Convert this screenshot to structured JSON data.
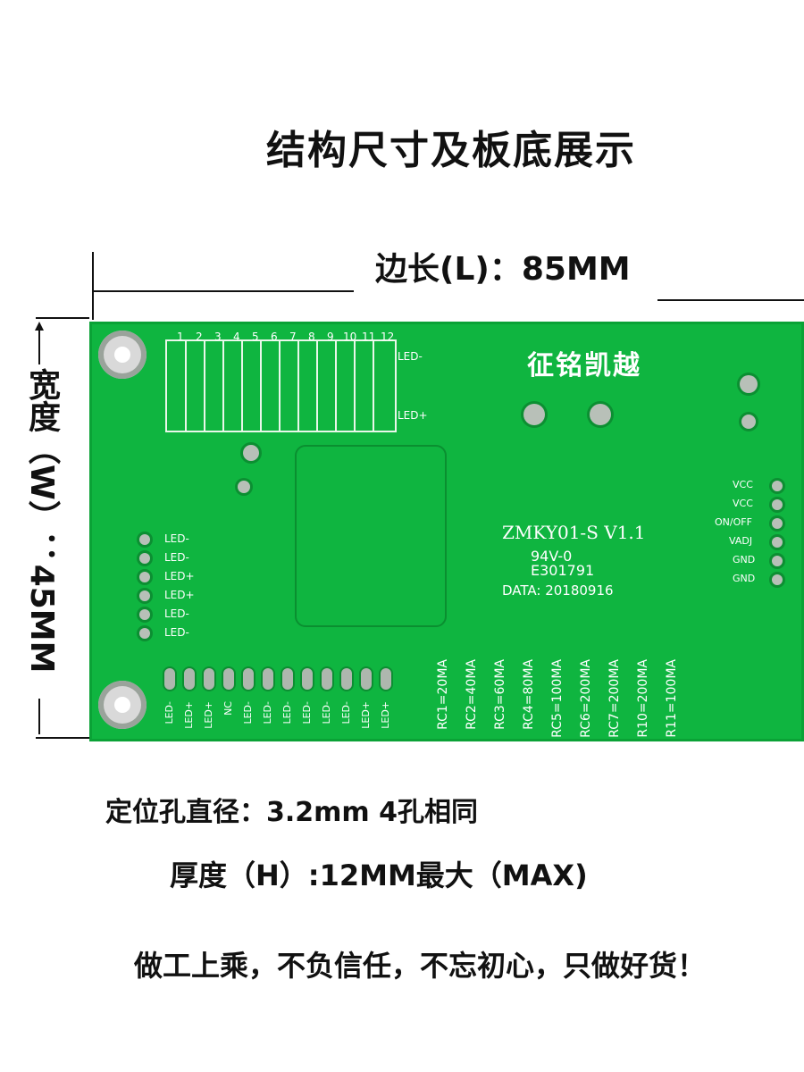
{
  "title": "结构尺寸及板底展示",
  "dimensions": {
    "length": "边长(L)：85MM",
    "width": "宽度（W）：45MM"
  },
  "notes": {
    "holes": "定位孔直径：3.2mm 4孔相同",
    "thickness": "厚度（H）:12MM最大（MAX)"
  },
  "slogan": "做工上乘，不负信任，不忘初心，只做好货！",
  "board": {
    "brand": "征铭凯越",
    "model": "ZMKY01-S  V1.1",
    "ul_line1": "94V-0",
    "ul_line2": "E301791",
    "date": "DATA: 20180916",
    "top_pins": [
      "1",
      "2",
      "3",
      "4",
      "5",
      "6",
      "7",
      "8",
      "9",
      "10",
      "11",
      "12"
    ],
    "top_right_labels": [
      "LED-",
      "LED+"
    ],
    "left_pins": [
      "LED-",
      "LED-",
      "LED+",
      "LED+",
      "LED-",
      "LED-"
    ],
    "right_pins": [
      "VCC",
      "VCC",
      "ON/OFF",
      "VADJ",
      "GND",
      "GND"
    ],
    "bottom_pins": [
      "LED-",
      "LED+",
      "LED+",
      "NC",
      "LED-",
      "LED-",
      "LED-",
      "LED-",
      "LED-",
      "LED-",
      "LED+",
      "LED+"
    ],
    "rc_labels": [
      "RC1=20MA",
      "RC2=40MA",
      "RC3=60MA",
      "RC4=80MA",
      "RC5=100MA",
      "RC6=200MA",
      "RC7=200MA",
      "R10=200MA",
      "R11=100MA"
    ]
  },
  "colors": {
    "pcb": "#0fb540",
    "silkscreen": "#ffffff"
  }
}
